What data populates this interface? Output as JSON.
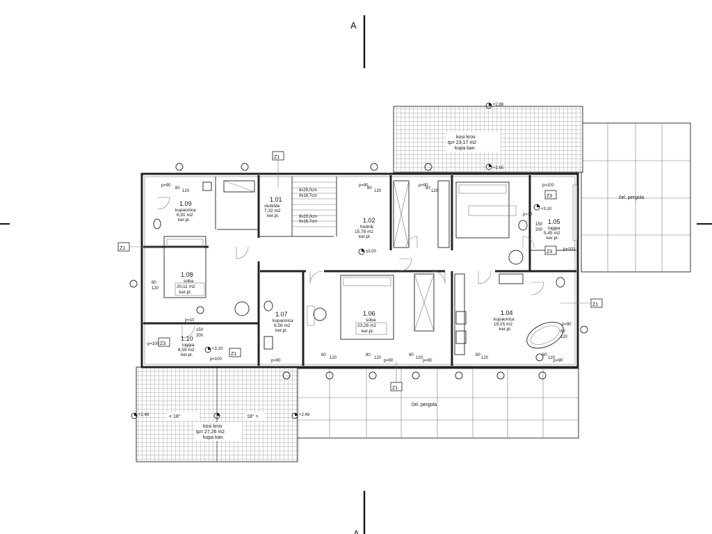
{
  "section_marker": "A",
  "rooms": [
    {
      "id": "r101",
      "num": "1.01",
      "name": "stubište",
      "area": "7,32 m2",
      "floor": "ker.pl."
    },
    {
      "id": "r102",
      "num": "1.02",
      "name": "hodnik",
      "area": "15,78 m2",
      "floor": "ker.pl."
    },
    {
      "id": "r104",
      "num": "1.04",
      "name": "kupaonica",
      "area": "19,15 m2",
      "floor": "ker.pl."
    },
    {
      "id": "r105",
      "num": "1.05",
      "name": "loggia",
      "area": "5,45 m2",
      "floor": "ker.pl."
    },
    {
      "id": "r106",
      "num": "1.06",
      "name": "soba",
      "area": "23,28 m2",
      "floor": "ker.pl."
    },
    {
      "id": "r107",
      "num": "1.07",
      "name": "kupaonica",
      "area": "6,56 m2",
      "floor": "ker.pl."
    },
    {
      "id": "r108",
      "num": "1.08",
      "name": "soba",
      "area": "20,11 m2",
      "floor": "ker.pl."
    },
    {
      "id": "r109",
      "num": "1.09",
      "name": "kupaonica",
      "area": "6,91 m2",
      "floor": "ker.pl."
    },
    {
      "id": "r110",
      "num": "1.10",
      "name": "loggia",
      "area": "6,59 m2",
      "floor": "ker.pl."
    }
  ],
  "roofs": [
    {
      "id": "roof-top",
      "title": "kosi krov",
      "area": "tp= 23,17 m2",
      "cover": "kupa kan."
    },
    {
      "id": "roof-bottom",
      "title": "kosi krov",
      "area": "tp= 27,26 m2",
      "cover": "kupa kan."
    }
  ],
  "pergola_label": "čel. pergola",
  "stair_labels": [
    "8x29,0cm",
    "9x16,7cm"
  ],
  "tags": {
    "z1": "Z1",
    "z3": "Z3"
  },
  "levels": {
    "ridge": "+2,88",
    "roof_edge": "+2,65",
    "floor": "+3,10",
    "hall": "±3,00",
    "roof_low": "+2,48",
    "roof_low_right": "+2,48"
  },
  "slope_labels": {
    "left": "< 18°",
    "right": "18° >"
  },
  "dims": {
    "p90": "p=90",
    "p100": "p=100",
    "p10": "p=10",
    "d80": "80",
    "d120": "120",
    "d150": "150",
    "d200": "200"
  }
}
